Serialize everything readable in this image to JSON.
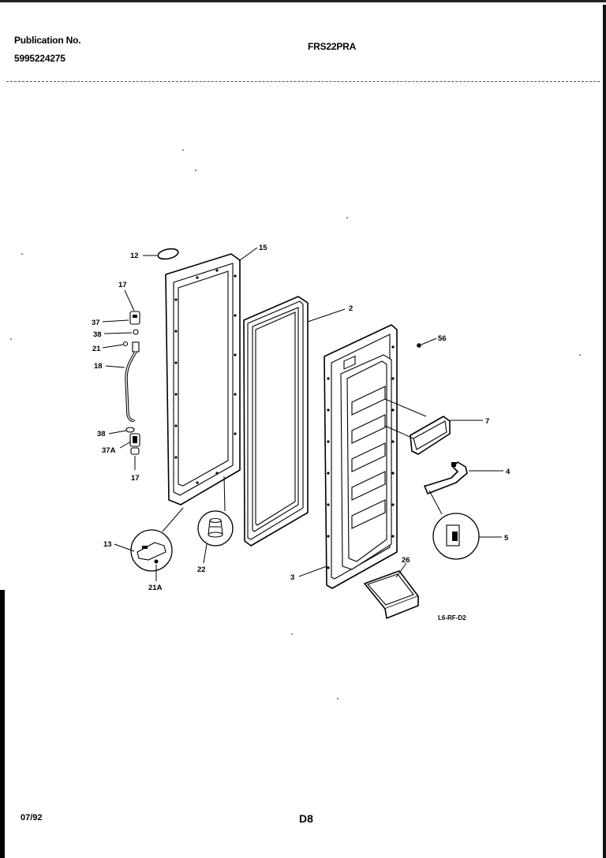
{
  "header": {
    "publication_label": "Publication No.",
    "publication_number": "5995224275",
    "model": "FRS22PRA"
  },
  "callouts": {
    "c12": "12",
    "c15": "15",
    "c17a": "17",
    "c37": "37",
    "c38a": "38",
    "c21": "21",
    "c18": "18",
    "c38b": "38",
    "c37a": "37A",
    "c17b": "17",
    "c2": "2",
    "c56": "56",
    "c7": "7",
    "c4": "4",
    "c5": "5",
    "c13": "13",
    "c21a": "21A",
    "c22": "22",
    "c3": "3",
    "c26": "26"
  },
  "diagram_code": "L6-RF-D2",
  "footer": {
    "date": "07/92",
    "page": "D8"
  }
}
